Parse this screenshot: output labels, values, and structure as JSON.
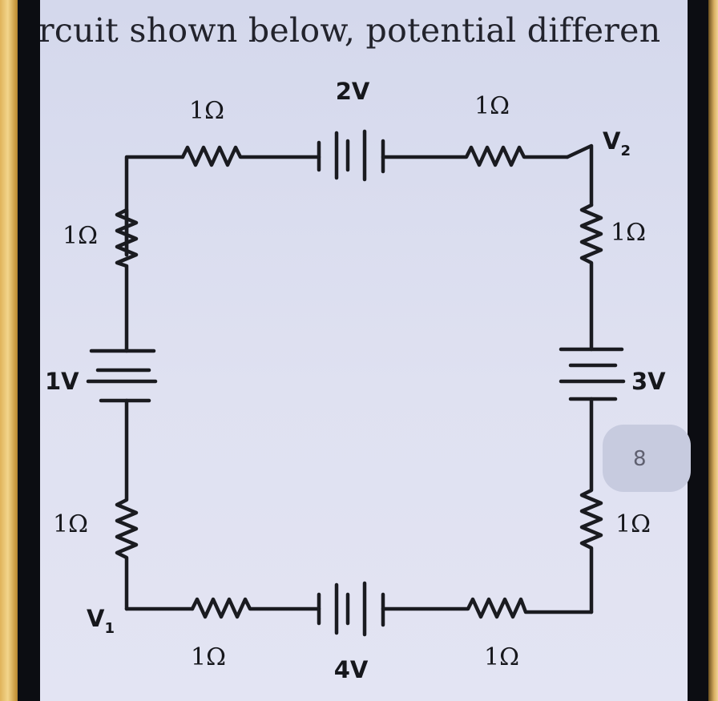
{
  "question_text": "rcuit shown below, potential differen",
  "labels": {
    "battery_top": "2V",
    "battery_left": "1V",
    "battery_right": "3V",
    "battery_bottom": "4V",
    "res_top_left": "1Ω",
    "res_top_right": "1Ω",
    "res_left_upper": "1Ω",
    "res_left_lower": "1Ω",
    "res_right_upper": "1Ω",
    "res_right_lower": "1Ω",
    "res_bottom_left": "1Ω",
    "res_bottom_right": "1Ω",
    "node_v1": "V",
    "node_v1_sub": "1",
    "node_v2": "V",
    "node_v2_sub": "2"
  },
  "overlay_badge": "8"
}
